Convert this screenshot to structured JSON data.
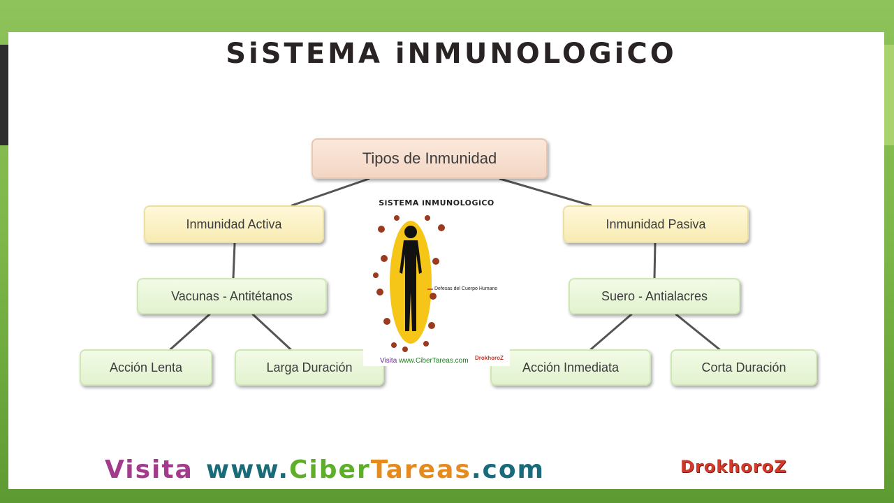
{
  "title": "SiSTEMA iNMUNOLOGiCO",
  "diagram": {
    "root": "Tipos de Inmunidad",
    "activa": "Inmunidad Activa",
    "pasiva": "Inmunidad Pasiva",
    "vacunas": "Vacunas - Antitétanos",
    "suero": "Suero - Antialacres",
    "accion_lenta": "Acción Lenta",
    "larga_duracion": "Larga Duración",
    "accion_inmediata": "Acción Inmediata",
    "corta_duracion": "Corta Duración"
  },
  "inset": {
    "title": "SiSTEMA iNMUNOLOGiCO",
    "label": "Defesas del Cuerpo Humano",
    "footer_visita": "Visita",
    "footer_site": "www.CiberTareas.com",
    "logo": "DrokhoroZ"
  },
  "footer": {
    "visita": "Visita",
    "www": "www.",
    "ciber": "Ciber",
    "tareas": "Tareas",
    "com": ".com",
    "logo": "DrokhoroZ"
  },
  "colors": {
    "line": "#545454",
    "oval": "#f5c518",
    "virus": "#9b3a1e"
  }
}
